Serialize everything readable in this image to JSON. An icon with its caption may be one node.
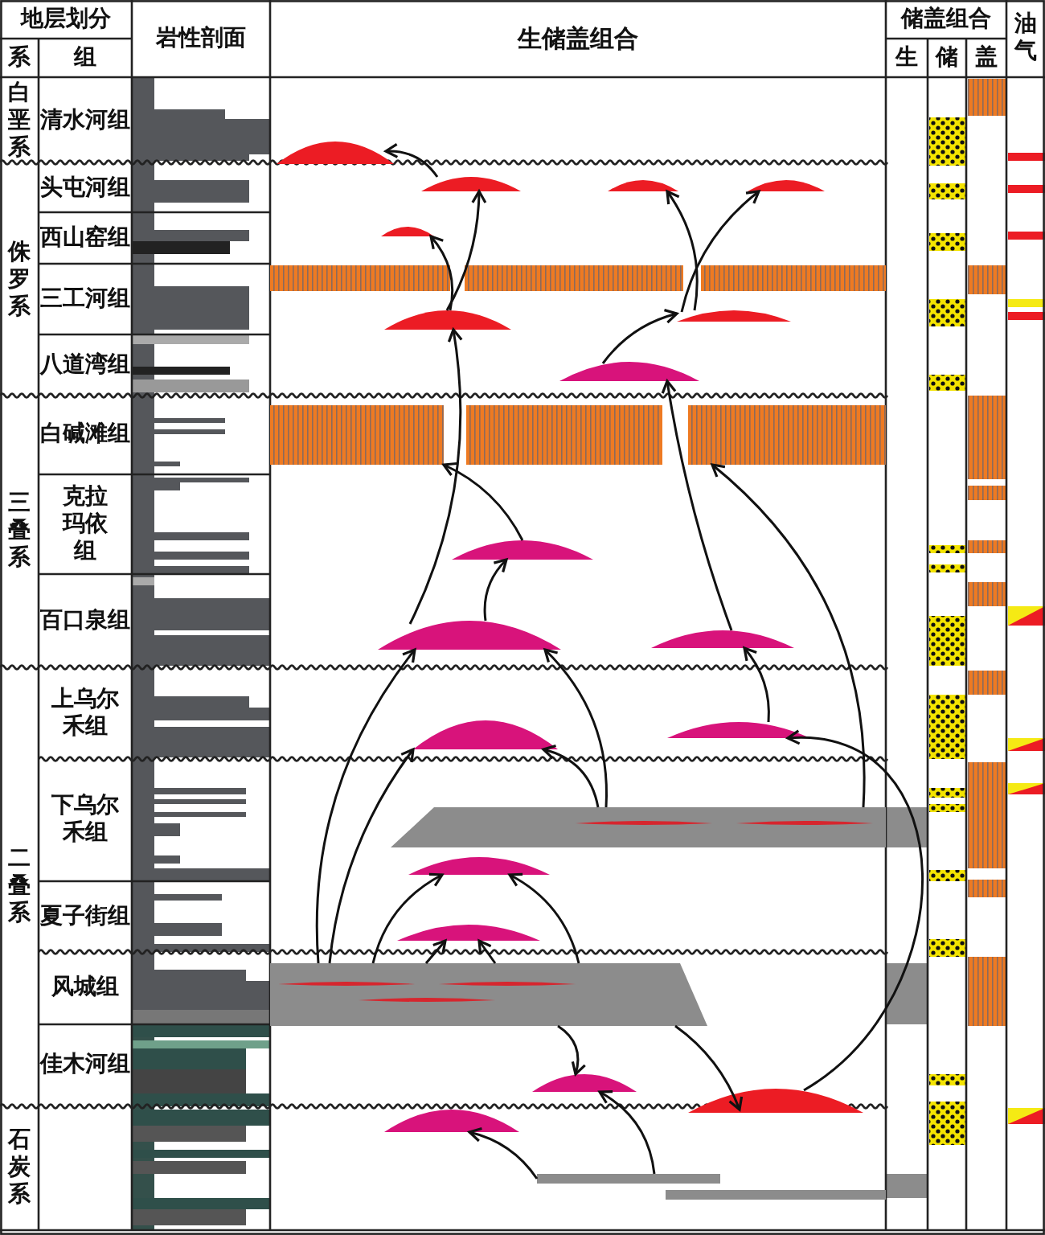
{
  "diagram": {
    "nodes": [
      {
        "text": [],
        "shape": "lens"
      },
      {
        "text": [],
        "shape": "lens"
      },
      {
        "text": [],
        "shape": "lens"
      },
      {
        "text": [],
        "shape": "lens"
      },
      {
        "text": [],
        "shape": "lens"
      },
      {
        "text": [],
        "shape": "lens"
      },
      {
        "text": [],
        "shape": "lens"
      },
      {
        "text": [],
        "shape": "lens"
      },
      {
        "text": [],
        "shape": "lens"
      },
      {
        "text": [],
        "shape": "lens"
      },
      {
        "text": [],
        "shape": "lens"
      },
      {
        "text": [],
        "shape": "lens"
      },
      {
        "text": [],
        "shape": "lens"
      },
      {
        "text": [],
        "shape": "parallelogram"
      },
      {
        "text": [],
        "shape": "lens"
      },
      {
        "text": [],
        "shape": "lens"
      },
      {
        "text": [],
        "shape": "parallelogram"
      },
      {
        "text": [],
        "shape": "lens"
      },
      {
        "text": [],
        "shape": "lens"
      },
      {
        "text": [],
        "shape": "lens"
      },
      {
        "text": [],
        "shape": "bar"
      },
      {
        "text": [],
        "shape": "bar"
      },
      {
        "text": [],
        "shape": "band"
      },
      {
        "text": [],
        "shape": "band"
      },
      {
        "text": [],
        "shape": "band"
      },
      {
        "text": [],
        "shape": "band"
      },
      {
        "text": [],
        "shape": "band"
      },
      {
        "text": [],
        "shape": "band"
      }
    ],
    "edges": [
      {
        "from": 1,
        "to": 0,
        "arrow": "to"
      },
      {
        "from": 5,
        "to": 1,
        "arrow": "to"
      },
      {
        "from": 5,
        "to": 2,
        "arrow": "to"
      },
      {
        "from": 7,
        "to": 6,
        "arrow": "to"
      },
      {
        "from": 6,
        "to": 3,
        "arrow": "to"
      },
      {
        "from": 6,
        "to": 4,
        "arrow": "to"
      },
      {
        "from": 9,
        "to": 5,
        "arrow": "to"
      },
      {
        "from": 9,
        "to": 8,
        "arrow": "to"
      },
      {
        "from": 8,
        "to": 25,
        "arrow": "to"
      },
      {
        "from": 10,
        "to": 7,
        "arrow": "to"
      },
      {
        "from": 13,
        "to": 27,
        "arrow": "to"
      },
      {
        "from": 16,
        "to": 9,
        "arrow": "to"
      },
      {
        "from": 16,
        "to": 11,
        "arrow": "to"
      },
      {
        "from": 13,
        "to": 9,
        "arrow": "to"
      },
      {
        "from": 13,
        "to": 11,
        "arrow": "to"
      },
      {
        "from": 18,
        "to": 12,
        "arrow": "to"
      },
      {
        "from": 12,
        "to": 10,
        "arrow": "to"
      },
      {
        "from": 16,
        "to": 14,
        "arrow": "to"
      },
      {
        "from": 16,
        "to": 15,
        "arrow": "to"
      },
      {
        "from": 16,
        "to": 15,
        "arrow": "to"
      },
      {
        "from": 16,
        "to": 14,
        "arrow": "to"
      },
      {
        "from": 16,
        "to": 17,
        "arrow": "to"
      },
      {
        "from": 16,
        "to": 18,
        "arrow": "to"
      },
      {
        "from": 20,
        "to": 19,
        "arrow": "to"
      },
      {
        "from": 20,
        "to": 17,
        "arrow": "to"
      }
    ],
    "labels": [
      "地层划分",
      "岩性剖面",
      "生储盖组合",
      "储盖组合",
      "油气",
      "系",
      "组",
      "生",
      "储",
      "盖",
      "白垩系",
      "清水河组",
      "侏罗系",
      "头屯河组",
      "西山窑组",
      "三工河组",
      "八道湾组",
      "三叠系",
      "白碱滩组",
      "克拉玛依组",
      "百口泉组",
      "二叠系",
      "上乌尔禾组",
      "下乌尔禾组",
      "夏子街组",
      "风城组",
      "佳木河组",
      "石炭系"
    ]
  }
}
